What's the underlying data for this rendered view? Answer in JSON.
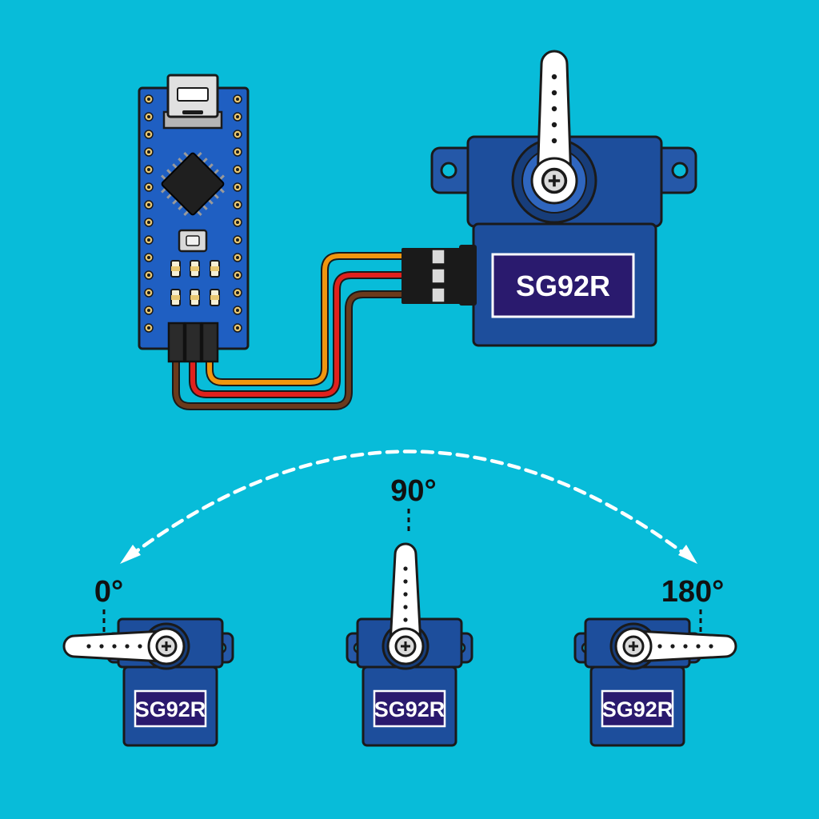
{
  "colors": {
    "background": "#08bcd9",
    "servo_body": "#1d4e9c",
    "servo_label_bg": "#2a1a6e",
    "board": "#1f5fc2",
    "wire_signal": "#f0960f",
    "wire_power": "#e0211d",
    "wire_ground": "#6b3a1c",
    "horn": "#ffffff"
  },
  "servo": {
    "model_label": "SG92R"
  },
  "positions": [
    {
      "angle_label": "0°",
      "label": "SG92R"
    },
    {
      "angle_label": "90°",
      "label": "SG92R"
    },
    {
      "angle_label": "180°",
      "label": "SG92R"
    }
  ]
}
